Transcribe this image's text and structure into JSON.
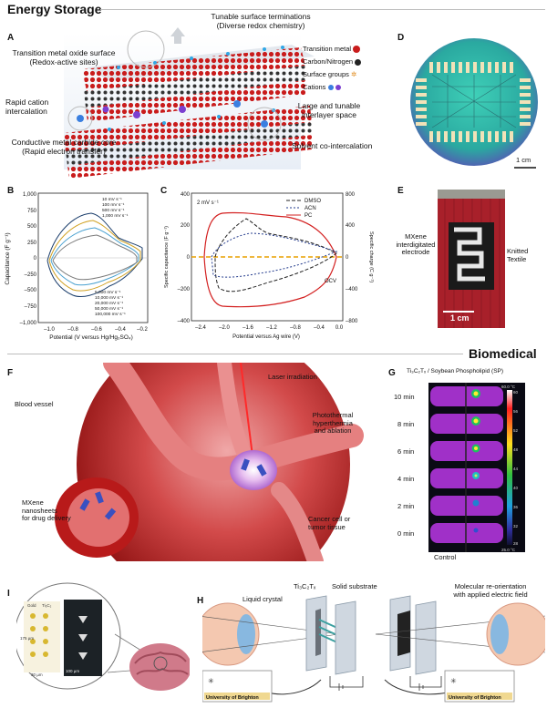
{
  "sections": {
    "energy": "Energy Storage",
    "biomedical": "Biomedical"
  },
  "panelA": {
    "letter": "A",
    "top_label": [
      "Tunable surface terminations",
      "(Diverse redox chemistry)"
    ],
    "surface_label": [
      "Transition metal oxide surface",
      "(Redox-active sites)"
    ],
    "intercalation_label": [
      "Rapid cation",
      "intercalation"
    ],
    "core_label": [
      "Conductive metal carbide core",
      "(Rapid electron transfer)"
    ],
    "interlayer_label": [
      "Large and tunable",
      "interlayer space"
    ],
    "solvent_label": "Solvent co-intercalation",
    "legend": [
      "Transition metal",
      "Carbon/Nitrogen",
      "Surface groups",
      "Cations"
    ]
  },
  "panelB": {
    "letter": "B",
    "ylabel": "Capacitance (F g⁻¹)",
    "xlabel": "Potential (V versus Hg/Hg₂SO₄)",
    "yticks": [
      "1,000",
      "750",
      "500",
      "250",
      "0",
      "–250",
      "–500",
      "–750",
      "–1,000"
    ],
    "xticks": [
      "–1.0",
      "–0.8",
      "–0.6",
      "–0.4",
      "–0.2"
    ],
    "legend_top": [
      "10 mV s⁻¹",
      "100 mV s⁻¹",
      "500 mV s⁻¹",
      "1,000 mV s⁻¹"
    ],
    "legend_bottom": [
      "5,000 mV s⁻¹",
      "10,000 mV s⁻¹",
      "20,000 mV s⁻¹",
      "50,000 mV s⁻¹",
      "100,000 mV s⁻¹"
    ]
  },
  "panelC": {
    "letter": "C",
    "rate": "2 mV s⁻¹",
    "ylabel": "Specific capacitance (F g⁻¹)",
    "y2label": "Specific charge (C g⁻¹)",
    "xlabel": "Potential versus Ag wire (V)",
    "yticks": [
      "400",
      "200",
      "0",
      "–200",
      "–400"
    ],
    "y2ticks": [
      "800",
      "400",
      "0",
      "–400",
      "–800"
    ],
    "xticks": [
      "–2.4",
      "–2.0",
      "–1.6",
      "–1.2",
      "–0.8",
      "–0.4",
      "0.0"
    ],
    "legend": [
      "DMSO",
      "ACN",
      "PC"
    ],
    "ocv": "OCV"
  },
  "panelD": {
    "letter": "D",
    "scale": "1 cm"
  },
  "panelE": {
    "letter": "E",
    "electrode": [
      "MXene",
      "interdigitated",
      "electrode"
    ],
    "textile": [
      "Knitted",
      "Textile"
    ],
    "scale": "1 cm"
  },
  "panelF": {
    "letter": "F",
    "vessel": "Blood vessel",
    "laser": "Laser irradiation",
    "photo": [
      "Photothermal",
      "hyperthermia",
      "and ablation"
    ],
    "nano": [
      "MXene",
      "nanosheets",
      "for drug delivery"
    ],
    "cancer": [
      "Cancer cell or",
      "tumor tissue"
    ]
  },
  "panelG": {
    "letter": "G",
    "title": "Ti₃C₂Tₓ / Soybean Phospholipid (SP)",
    "times": [
      "10 min",
      "8 min",
      "6 min",
      "4 min",
      "2 min",
      "0 min"
    ],
    "control": "Control",
    "scale_top": "60.0 °C",
    "scale_bottom": "25.0 °C",
    "scale_ticks": [
      "60",
      "56",
      "52",
      "48",
      "44",
      "40",
      "36",
      "32",
      "28"
    ]
  },
  "panelI": {
    "letter": "I",
    "gold": "Gold",
    "ti": "Ti₃C₂",
    "m175": "175 µm",
    "m30": "30 µm",
    "m100": "100 µm"
  },
  "panelH": {
    "letter": "H",
    "mx": "Ti₃C₂Tₓ",
    "substrate": "Solid substrate",
    "lc": "Liquid crystal",
    "reorient": [
      "Molecular re-orientation",
      "with applied electric field"
    ],
    "card": "University of Brighton"
  },
  "colors": {
    "accent_red": "#d32020",
    "mxene_red": "#c81e1e",
    "wafer_teal": "#2bbfa8",
    "textile_red": "#a8202a"
  }
}
